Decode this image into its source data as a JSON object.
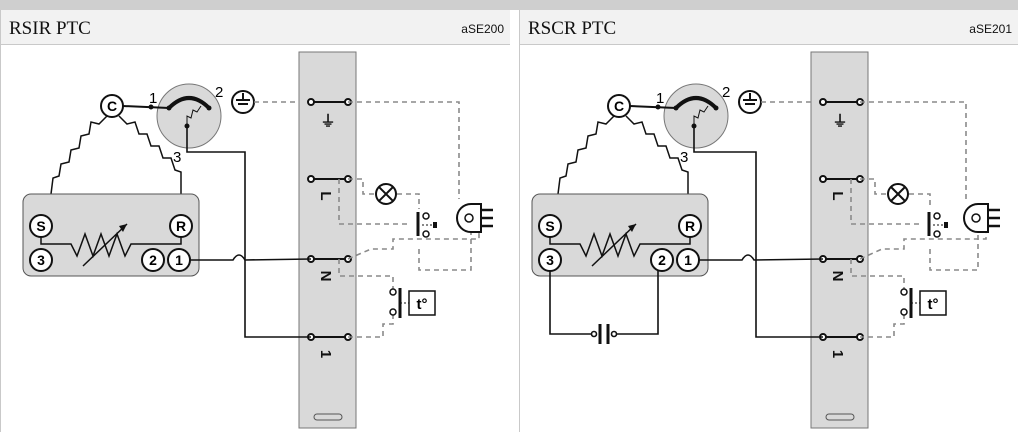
{
  "colors": {
    "header_bg": "#f2f2f2",
    "box_fill": "#d9d9d9",
    "wire": "#111111",
    "dashed": "#8a8a8a"
  },
  "panels": [
    {
      "title": "RSIR PTC",
      "code": "aSE200",
      "compressor_labels": {
        "common": "C",
        "start": "S",
        "run": "R"
      },
      "terminals": {
        "t1": "1",
        "t2": "2",
        "t3": "3"
      },
      "pins_left": [
        "3"
      ],
      "pins_right": [
        "2",
        "1"
      ],
      "block_labels": {
        "earth": "⏚",
        "live": "L",
        "neutral": "N",
        "one": "1"
      },
      "thermostat_label": "t°"
    },
    {
      "title": "RSCR PTC",
      "code": "aSE201",
      "compressor_labels": {
        "common": "C",
        "start": "S",
        "run": "R"
      },
      "terminals": {
        "t1": "1",
        "t2": "2",
        "t3": "3"
      },
      "pins_left": [
        "3"
      ],
      "pins_right": [
        "2",
        "1"
      ],
      "block_labels": {
        "earth": "⏚",
        "live": "L",
        "neutral": "N",
        "one": "1"
      },
      "thermostat_label": "t°"
    }
  ]
}
